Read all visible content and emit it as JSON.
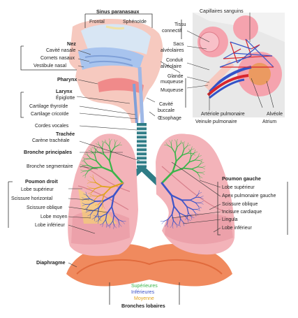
{
  "colors": {
    "lung": "#f3b3b9",
    "lung_dark": "#e08a95",
    "diaphragm": "#f08a5e",
    "trachea": "#2f7c86",
    "nasal": "#a8c4ee",
    "vein": "#3353c8",
    "artery": "#d9262e",
    "superior_bronchi": "#3bb54a",
    "inferior_bronchi": "#3f55c8",
    "middle_bronchi": "#e0a21a"
  },
  "labels": {
    "sinus_header": "Sinus paranasaux",
    "frontal": "Frontal",
    "sphenoide": "Sphénoïde",
    "nez_header": "Nez",
    "cavite_nasale": "Cavité nasale",
    "cornets_nasaux": "Cornets nasaux",
    "vestibule_nasal": "Vestibule nasal",
    "pharynx": "Pharynx",
    "larynx_header": "Larynx",
    "epiglotte": "Épiglotte",
    "cartilage_thyroide": "Cartilage thyroïde",
    "cartilage_cricoide": "Cartilage cricoïde",
    "cordes_vocales": "Cordes vocales",
    "trachee_header": "Trachée",
    "carene_tracheale": "Carène trachéale",
    "bronche_principales": "Bronche principales",
    "bronche_segmentaire": "Bronche segmentaire",
    "poumon_droit_header": "Poumon droit",
    "lobe_superieur_d": "Lobe supérieur",
    "scissure_horizontal": "Scissure horizontal",
    "scissure_oblique_d": "Scissure oblique",
    "lobe_moyen": "Lobe moyen",
    "lobe_inferieur_d": "Lobe inférieur",
    "diaphragme": "Diaphragme",
    "superieures": "Supérieures",
    "inferieures": "Inférieures",
    "moyenne": "Moyenne",
    "bronches_lobaires": "Bronches lobaires",
    "capillaires_sanguins": "Capillaires sanguins",
    "tissu_conjonctif_1": "Tissu",
    "tissu_conjonctif_2": "connectif",
    "sacs_alveolaires_1": "Sacs",
    "sacs_alveolaires_2": "alvéolaires",
    "conduit_alveolaire_1": "Conduit",
    "conduit_alveolaire_2": "alvéolaire",
    "glande_muqueuse_1": "Glande",
    "glande_muqueuse_2": "muqueuse",
    "muqueuse": "Muqueuse",
    "cavite_buccale_1": "Cavité",
    "cavite_buccale_2": "buccale",
    "oesophage": "Œsophage",
    "arteriole_pulmonaire": "Artériole pulmonaire",
    "veinule_pulmonaire": "Veinule pulmonaire",
    "alveole": "Alvéole",
    "atrium": "Atrium",
    "poumon_gauche_header": "Poumon gauche",
    "lobe_superieur_g": "Lobe supérieur",
    "apex_pulmonaire_gauche": "Apex pulmonaire gauche",
    "scissure_oblique_g": "Scissure oblique",
    "incisure_cardiaque": "Incisure cardiaque",
    "lingula": "Lingula",
    "lobe_inferieur_g": "Lobe inférieur"
  },
  "icons": [
    "head-sagittal-illustration",
    "alveoli-inset-illustration",
    "lungs-illustration"
  ]
}
